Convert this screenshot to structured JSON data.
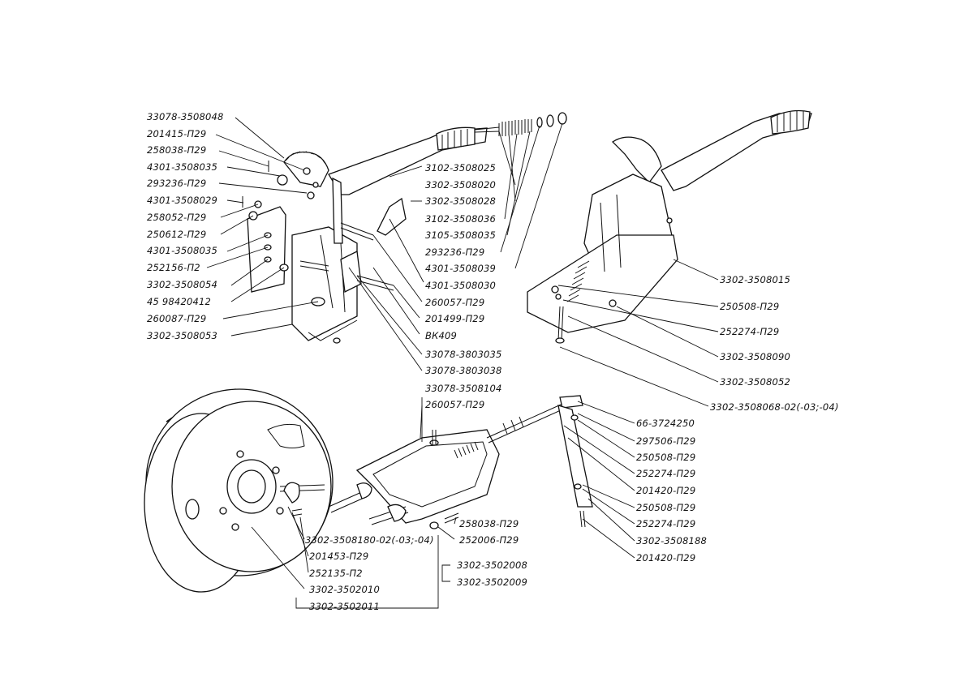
{
  "labels": {
    "l1": "33078-3508048",
    "l2": "201415-П29",
    "l3": "258038-П29",
    "l4": "4301-3508035",
    "l5": "293236-П29",
    "l6": "4301-3508029",
    "l7": "258052-П29",
    "l8": "250612-П29",
    "l9": "4301-3508035",
    "l10": "252156-П2",
    "l11": "3302-3508054",
    "l12": "45 98420412",
    "l13": "260087-П29",
    "l14": "3302-3508053",
    "m1": "3102-3508025",
    "m2": "3302-3508020",
    "m3": "3302-3508028",
    "m4": "3102-3508036",
    "m5": "3105-3508035",
    "m6": "293236-П29",
    "m7": "4301-3508039",
    "m8": "4301-3508030",
    "m9": "260057-П29",
    "m10": "201499-П29",
    "m11": "ВК409",
    "m12": "33078-3803035",
    "m13": "33078-3803038",
    "r1": "3302-3508015",
    "r2": "250508-П29",
    "r3": "252274-П29",
    "r4": "3302-3508090",
    "r5": "3302-3508052",
    "r6": "3302-3508068-02(-03;-04)",
    "c1": "33078-3508104",
    "c2": "260057-П29",
    "s1": "66-3724250",
    "s2": "297506-П29",
    "s3": "250508-П29",
    "s4": "252274-П29",
    "s5": "201420-П29",
    "s6": "250508-П29",
    "s7": "252274-П29",
    "s8": "3302-3508188",
    "s9": "201420-П29",
    "b1": "258038-П29",
    "b2": "252006-П29",
    "b3": "3302-3508180-02(-03;-04)",
    "b4": "201453-П29",
    "b5": "252135-П2",
    "b6": "3302-3502010",
    "b7": "3302-3502011",
    "b8": "3302-3502008",
    "b9": "3302-3502009"
  }
}
